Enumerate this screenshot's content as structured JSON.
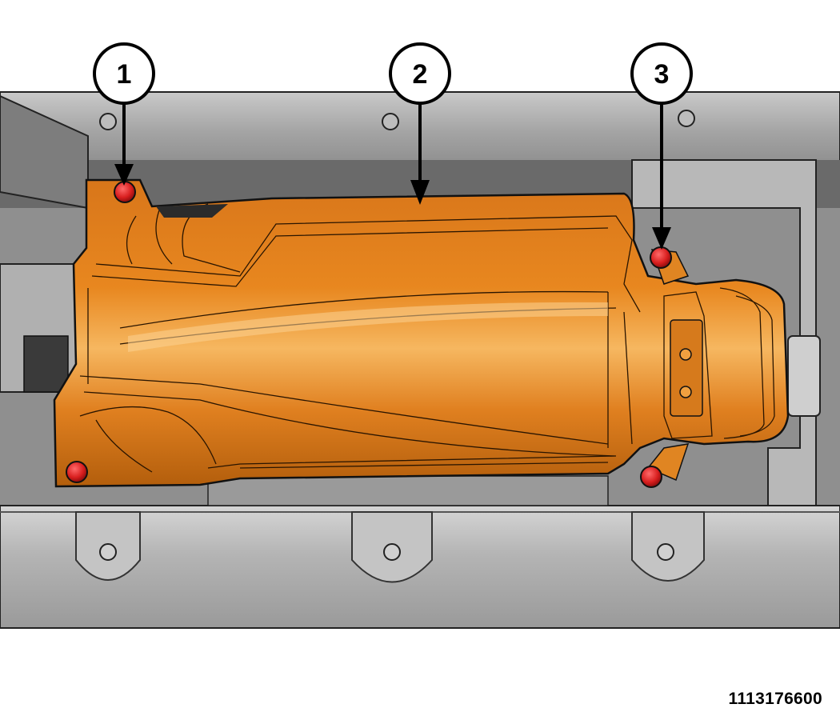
{
  "figure_id": "1113176600",
  "callouts": [
    {
      "number": "1",
      "target": "mounting bolt"
    },
    {
      "number": "2",
      "target": "heat shield"
    },
    {
      "number": "3",
      "target": "mounting bolt"
    }
  ],
  "colors": {
    "shield": "#e8871f",
    "shield_dark": "#b35e0c",
    "shield_light": "#f6b760",
    "bolt": "#d81e1e",
    "frame": "#a4a4a4",
    "frame_light": "#c9c9c9",
    "frame_dark": "#5c5c5c",
    "outline": "#111111"
  }
}
